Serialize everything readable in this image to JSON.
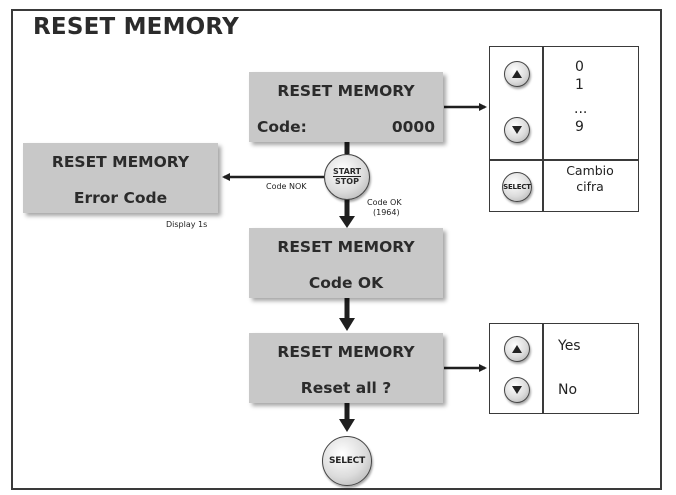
{
  "title": "RESET MEMORY",
  "screens": {
    "code_entry": {
      "line1": "RESET MEMORY",
      "line2_label": "Code:",
      "line2_value": "0000"
    },
    "error": {
      "line1": "RESET MEMORY",
      "line2": "Error Code"
    },
    "ok": {
      "line1": "RESET MEMORY",
      "line2": "Code OK"
    },
    "reset_all": {
      "line1": "RESET MEMORY",
      "line2": "Reset all ?"
    }
  },
  "start_stop": {
    "line1": "START",
    "line2": "STOP"
  },
  "labels": {
    "code_nok": "Code NOK",
    "code_ok": "Code OK",
    "code_ok_value": "(1964)",
    "display_time": "Display 1s"
  },
  "digit_table": {
    "up_values": [
      "0",
      "1"
    ],
    "ellipsis": "...",
    "down_value": "9",
    "select_label": "SELECT",
    "select_action": [
      "Cambio",
      "cifra"
    ]
  },
  "confirm_table": {
    "up_label": "Yes",
    "down_label": "No"
  },
  "final_button": "SELECT",
  "icons": [
    "arrow-up-icon",
    "arrow-down-icon",
    "select-button-icon",
    "start-stop-button-icon"
  ],
  "colors": {
    "screen": "#c8c8c8",
    "line": "#1f1f1f"
  }
}
